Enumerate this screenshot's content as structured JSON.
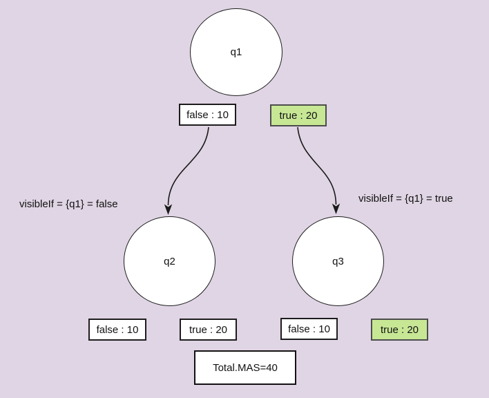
{
  "colors": {
    "background": "#e0d5e4",
    "highlight_green": "#c7e795",
    "node_fill": "#ffffff",
    "stroke": "#1a1a1a"
  },
  "nodes": [
    {
      "id": "q1",
      "label": "q1"
    },
    {
      "id": "q2",
      "label": "q2"
    },
    {
      "id": "q3",
      "label": "q3"
    }
  ],
  "value_boxes": [
    {
      "node": "q1",
      "label": "false : 10",
      "highlighted": false
    },
    {
      "node": "q1",
      "label": "true : 20",
      "highlighted": true
    },
    {
      "node": "q2",
      "label": "false : 10",
      "highlighted": false
    },
    {
      "node": "q2",
      "label": "true : 20",
      "highlighted": false
    },
    {
      "node": "q3",
      "label": "false : 10",
      "highlighted": false
    },
    {
      "node": "q3",
      "label": "true : 20",
      "highlighted": true
    }
  ],
  "annotations": [
    {
      "side": "left",
      "text": "visibleIf = {q1} = false"
    },
    {
      "side": "right",
      "text": "visibleIf = {q1} = true"
    }
  ],
  "total": {
    "label": "Total.MAS=40"
  }
}
